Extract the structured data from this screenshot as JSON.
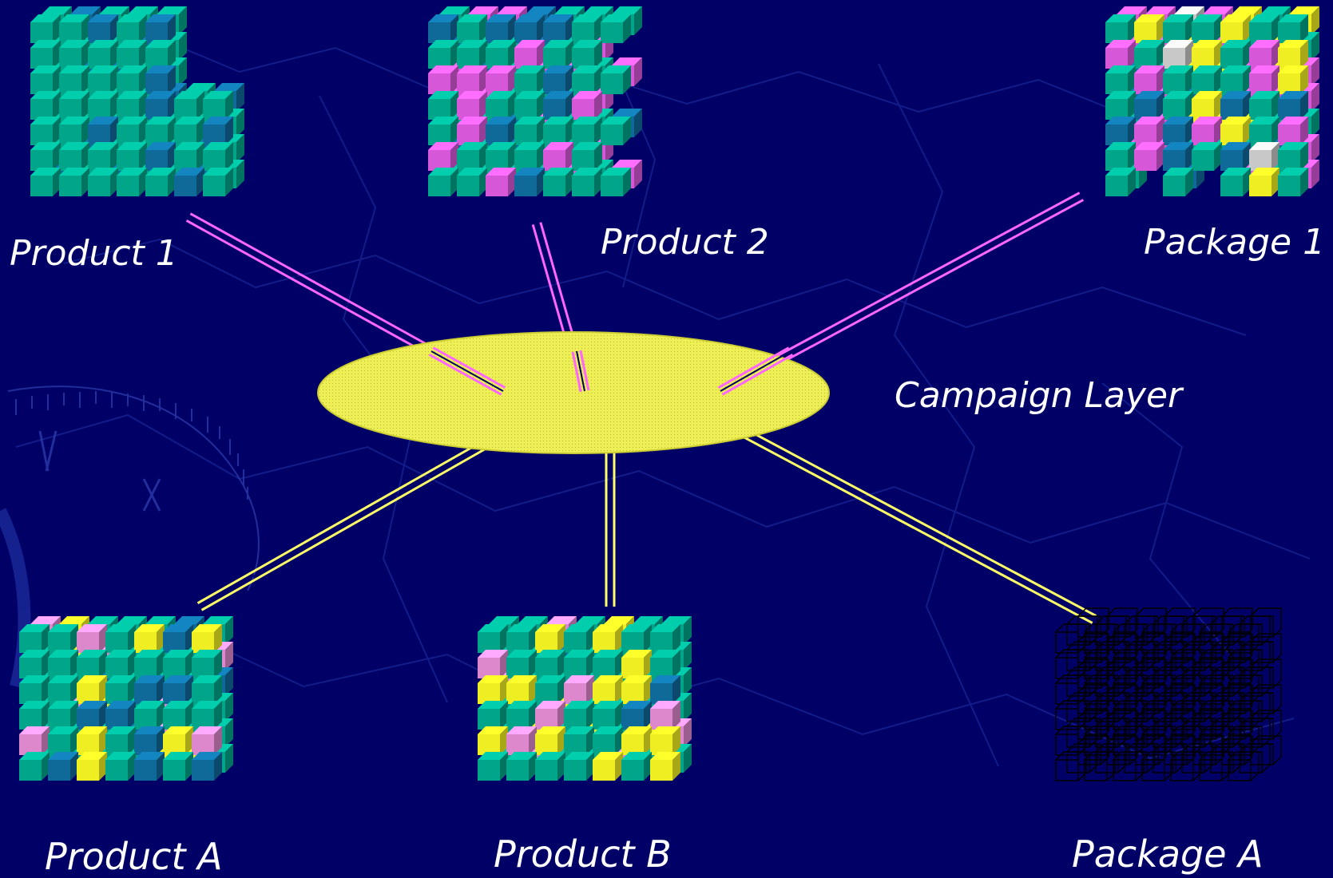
{
  "labels": {
    "product_1": "Product 1",
    "product_2": "Product 2",
    "package_1": "Package 1",
    "campaign_layer": "Campaign Layer",
    "product_a": "Product A",
    "product_b": "Product B",
    "package_a": "Package A"
  },
  "colors": {
    "background": "#000066",
    "teal": "#00a58a",
    "blue": "#0f6a9a",
    "magenta": "#d658d8",
    "yellow": "#eeee22",
    "pink": "#dd88cc",
    "grey": "#c8c8c8",
    "campaign_fill": "#eeee66",
    "top_links": "#ff66ff",
    "bottom_links": "#ffff66"
  }
}
